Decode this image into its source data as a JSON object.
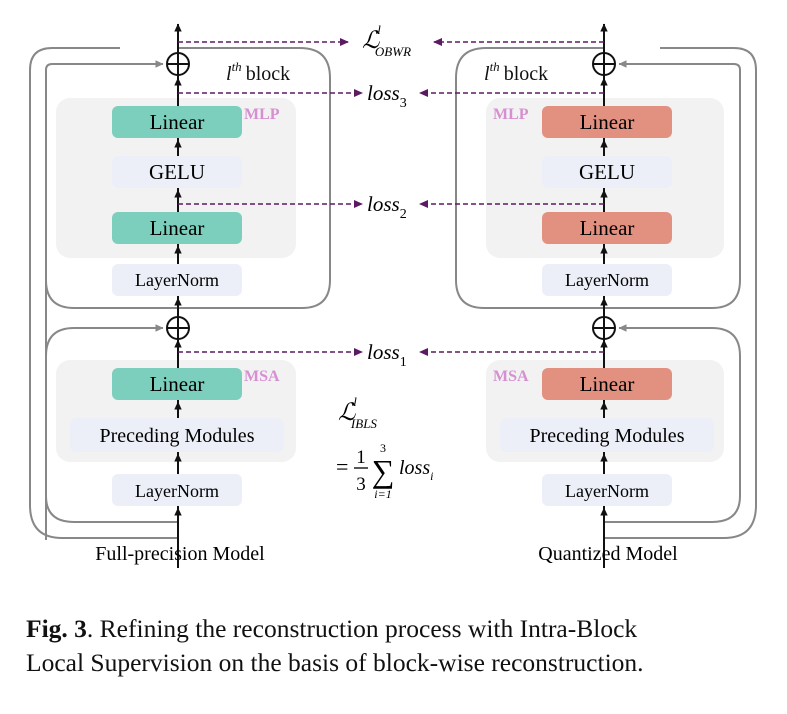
{
  "colors": {
    "fp_linear": "#7ccfbc",
    "q_linear": "#e29180",
    "norm_box": "#eceff8",
    "group_bg": "#f2f2f2",
    "group_label": "#d690d2",
    "loss_arrow": "#5b1a63",
    "line": "#111111",
    "outer_line": "#888888"
  },
  "loss_labels": {
    "obwr_base": "ℒ",
    "obwr_sup": "l",
    "obwr_sub": "OBWR",
    "loss3_base": "loss",
    "loss3_sub": "3",
    "loss2_base": "loss",
    "loss2_sub": "2",
    "loss1_base": "loss",
    "loss1_sub": "1"
  },
  "ibls_formula": {
    "base": "ℒ",
    "sup": "l",
    "sub": "IBLS",
    "equals": "=",
    "numerator": "1",
    "denominator": "3",
    "sum_symbol": "∑",
    "sum_upper": "3",
    "sum_lower": "i=1",
    "term_base": "loss",
    "term_sub": "i"
  },
  "models": {
    "full_precision": {
      "block_italic": "l",
      "block_sup": "th",
      "block_word": "block",
      "mlp_label": "MLP",
      "msa_label": "MSA",
      "linear_top": "Linear",
      "gelu": "GELU",
      "linear_mid": "Linear",
      "layernorm_top": "LayerNorm",
      "linear_msa": "Linear",
      "preceding": "Preceding Modules",
      "layernorm_bottom": "LayerNorm",
      "label": "Full-precision Model"
    },
    "quantized": {
      "block_italic": "l",
      "block_sup": "th",
      "block_word": "block",
      "mlp_label": "MLP",
      "msa_label": "MSA",
      "linear_top": "Linear",
      "gelu": "GELU",
      "linear_mid": "Linear",
      "layernorm_top": "LayerNorm",
      "linear_msa": "Linear",
      "preceding": "Preceding Modules",
      "layernorm_bottom": "LayerNorm",
      "label": "Quantized Model"
    }
  },
  "caption": {
    "label": "Fig. 3",
    "line1": ". Refining the reconstruction process with Intra-Block",
    "line2": "Local Supervision on the basis of block-wise reconstruction."
  }
}
